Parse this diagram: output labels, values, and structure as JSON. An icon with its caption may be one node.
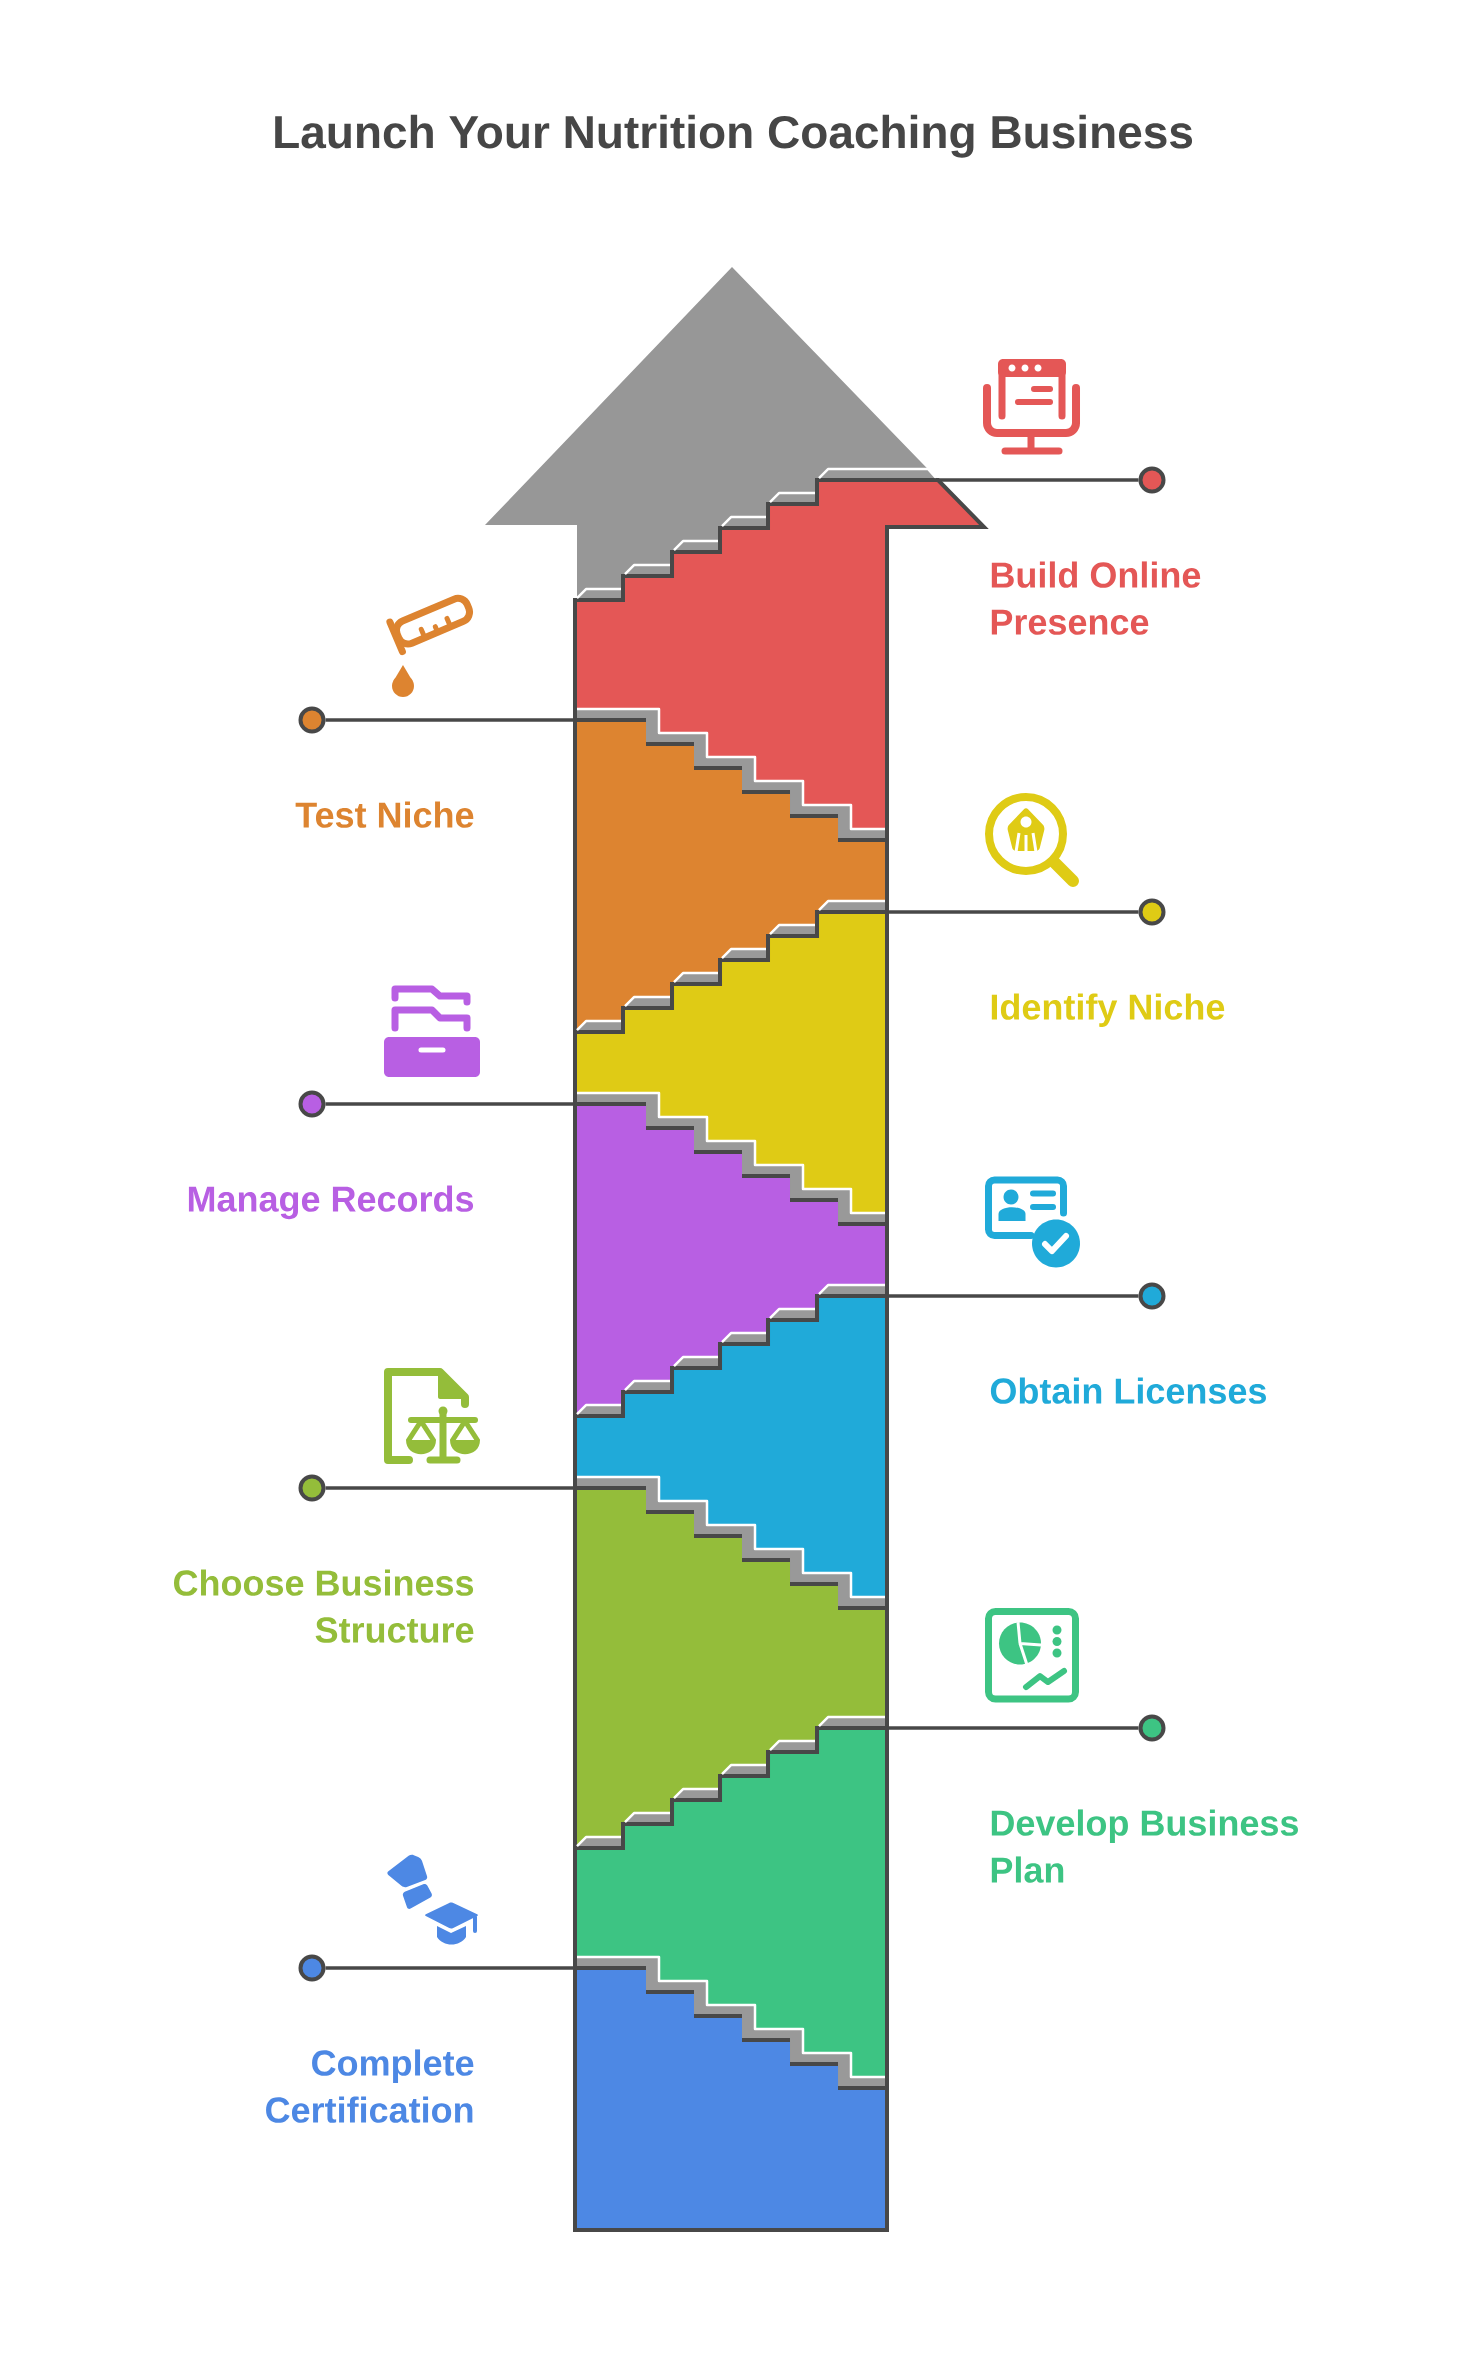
{
  "diagram": {
    "title": "Launch Your Nutrition Coaching Business",
    "nodes": [
      {
        "text": [],
        "shape": "circle"
      },
      {
        "text": [],
        "shape": "band",
        "beside": [
          "Build Online Presence"
        ]
      },
      {
        "text": [],
        "shape": "circle",
        "beside": [
          "Test Niche"
        ]
      },
      {
        "text": [],
        "shape": "band"
      },
      {
        "text": [],
        "shape": "circle",
        "beside": [
          "Identify Niche"
        ]
      },
      {
        "text": [],
        "shape": "band"
      },
      {
        "text": [],
        "shape": "circle",
        "beside": [
          "Manage Records"
        ]
      },
      {
        "text": [],
        "shape": "band"
      },
      {
        "text": [],
        "shape": "circle",
        "beside": [
          "Obtain Licenses"
        ]
      },
      {
        "text": [],
        "shape": "band"
      },
      {
        "text": [],
        "shape": "circle",
        "beside": [
          "Choose Business Structure"
        ]
      },
      {
        "text": [],
        "shape": "band"
      },
      {
        "text": [],
        "shape": "circle",
        "beside": [
          "Develop Business Plan"
        ]
      },
      {
        "text": [],
        "shape": "band"
      },
      {
        "text": [],
        "shape": "circle",
        "beside": [
          "Complete Certification"
        ]
      },
      {
        "text": [],
        "shape": "band"
      }
    ],
    "edges": [
      {
        "from": 0,
        "to": 1,
        "arrow": "none"
      },
      {
        "from": 2,
        "to": 3,
        "arrow": "none"
      },
      {
        "from": 4,
        "to": 5,
        "arrow": "none"
      },
      {
        "from": 6,
        "to": 7,
        "arrow": "none"
      },
      {
        "from": 8,
        "to": 9,
        "arrow": "none"
      },
      {
        "from": 10,
        "to": 11,
        "arrow": "none"
      },
      {
        "from": 12,
        "to": 13,
        "arrow": "none"
      },
      {
        "from": 14,
        "to": 15,
        "arrow": "none"
      }
    ]
  }
}
